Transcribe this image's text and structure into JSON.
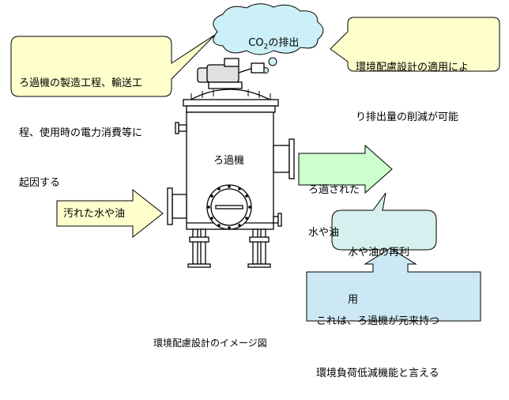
{
  "cloud": {
    "text_before": "CO",
    "subscript": "2",
    "text_after": "の排出"
  },
  "callout_left": {
    "line1": "ろ過機の製造工程、輸送工",
    "line2": "程、使用時の電力消費等に",
    "line3": "起因する"
  },
  "callout_right": {
    "line1": "環境配慮設計の適用によ",
    "line2": "り排出量の削減が可能"
  },
  "machine_label": "ろ過機",
  "arrow_out": {
    "line1": "ろ過された",
    "line2": "水や油"
  },
  "arrow_in": {
    "label": "汚れた水や油"
  },
  "reuse_bubble": {
    "line1": "水や油の再利",
    "line2": "用"
  },
  "bottom_arrow": {
    "line1": "これは、ろ過機が元来持つ",
    "line2": "環境負荷低減機能と言える"
  },
  "caption": "環境配慮設計のイメージ図",
  "colors": {
    "yellow_fill": "#ffffcc",
    "green_fill": "#ccffcc",
    "teal_fill": "#d5f0ee",
    "blue_fill": "#cce8f4",
    "cloud_fill": "#ccf0f8"
  }
}
